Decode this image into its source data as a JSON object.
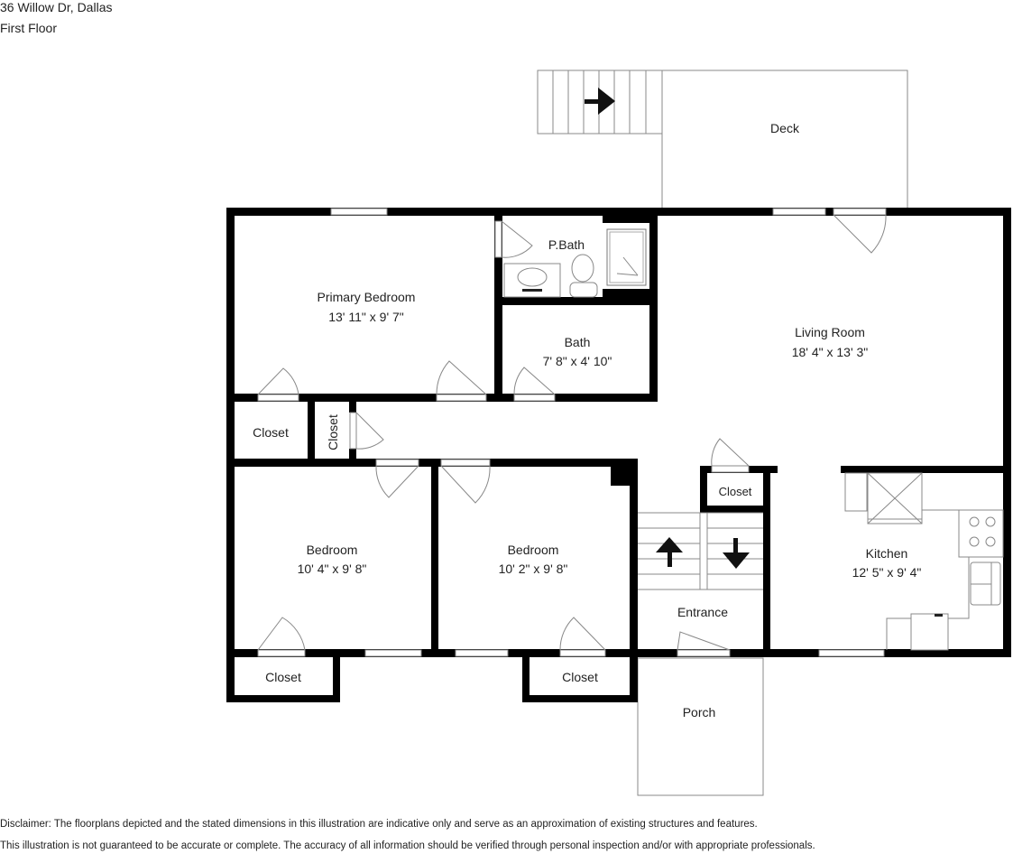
{
  "header": {
    "address": "36 Willow Dr, Dallas",
    "floor": "First Floor"
  },
  "rooms": {
    "deck": {
      "name": "Deck"
    },
    "primary_bedroom": {
      "name": "Primary Bedroom",
      "dims": "13' 11\" x 9' 7\""
    },
    "p_bath": {
      "name": "P.Bath"
    },
    "bath": {
      "name": "Bath",
      "dims": "7' 8\" x 4' 10\""
    },
    "living_room": {
      "name": "Living Room",
      "dims": "18' 4\" x 13' 3\""
    },
    "closet_hall_1": {
      "name": "Closet"
    },
    "closet_hall_2": {
      "name": "Closet"
    },
    "bedroom_1": {
      "name": "Bedroom",
      "dims": "10' 4\" x 9' 8\""
    },
    "bedroom_2": {
      "name": "Bedroom",
      "dims": "10' 2\" x 9' 8\""
    },
    "closet_entry": {
      "name": "Closet"
    },
    "entrance": {
      "name": "Entrance"
    },
    "kitchen": {
      "name": "Kitchen",
      "dims": "12' 5\" x 9' 4\""
    },
    "closet_bed1": {
      "name": "Closet"
    },
    "closet_bed2": {
      "name": "Closet"
    },
    "porch": {
      "name": "Porch"
    }
  },
  "icons": {
    "deck_stairs": "arrow-right-icon",
    "stairs_up": "arrow-up-icon",
    "stairs_down": "arrow-down-icon"
  },
  "colors": {
    "wall": "#000000",
    "outline": "#7a7a7a",
    "background": "#ffffff"
  },
  "disclaimer": {
    "line1": "Disclaimer: The floorplans depicted and the stated dimensions in this illustration are indicative only and serve as an approximation of existing structures and features.",
    "line2": "This illustration is not guaranteed to be accurate or complete. The accuracy of all information should be verified through personal inspection and/or with appropriate professionals."
  }
}
